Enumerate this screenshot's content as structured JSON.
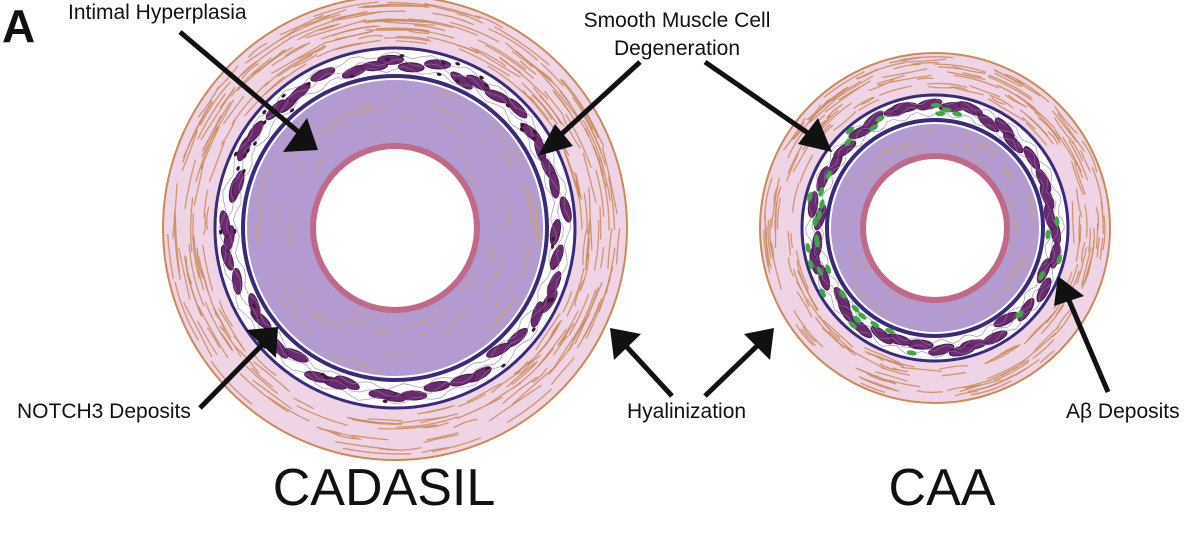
{
  "panel_letter": "A",
  "labels": {
    "intimal_hyperplasia": "Intimal Hyperplasia",
    "smc_degeneration_line1": "Smooth Muscle Cell",
    "smc_degeneration_line2": "Degeneration",
    "notch3_deposits": "NOTCH3 Deposits",
    "hyalinization": "Hyalinization",
    "abeta_deposits": "Aβ Deposits"
  },
  "titles": {
    "left": "CADASIL",
    "right": "CAA"
  },
  "colors": {
    "adventitia": "#efd4e6",
    "adventitia_fibers": "#c98a5a",
    "media_white": "#ffffff",
    "smc_purple": "#6b2a6e",
    "membrane_navy": "#3a2a7a",
    "intima": "#b39ad0",
    "endothelium": "#c06a8a",
    "lumen": "#ffffff",
    "abeta_green": "#3fa845",
    "notch3_dark": "#3a1a2a",
    "arrow": "#111111"
  }
}
